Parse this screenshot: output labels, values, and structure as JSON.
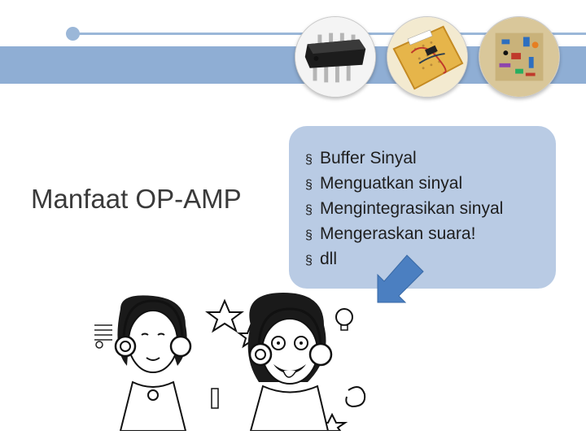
{
  "slide": {
    "title": "Manfaat OP-AMP",
    "bullets": [
      "Buffer Sinyal",
      "Menguatkan sinyal",
      "Mengintegrasikan sinyal",
      "Mengeraskan suara!",
      "dll"
    ],
    "bullet_glyph": "§"
  },
  "images": {
    "thumbnails": [
      "op-amp-chip-photo",
      "circuit-board-photo",
      "electronic-components-photo"
    ],
    "illustration": "cartoon-women-headphones",
    "arrow": "blue-arrow-down-left"
  },
  "colors": {
    "band": "#8faed4",
    "accent_line": "#9bb7d8",
    "content_box": "#b9cbe4",
    "arrow": "#4b7fc1",
    "title_text": "#3a3a3a"
  }
}
